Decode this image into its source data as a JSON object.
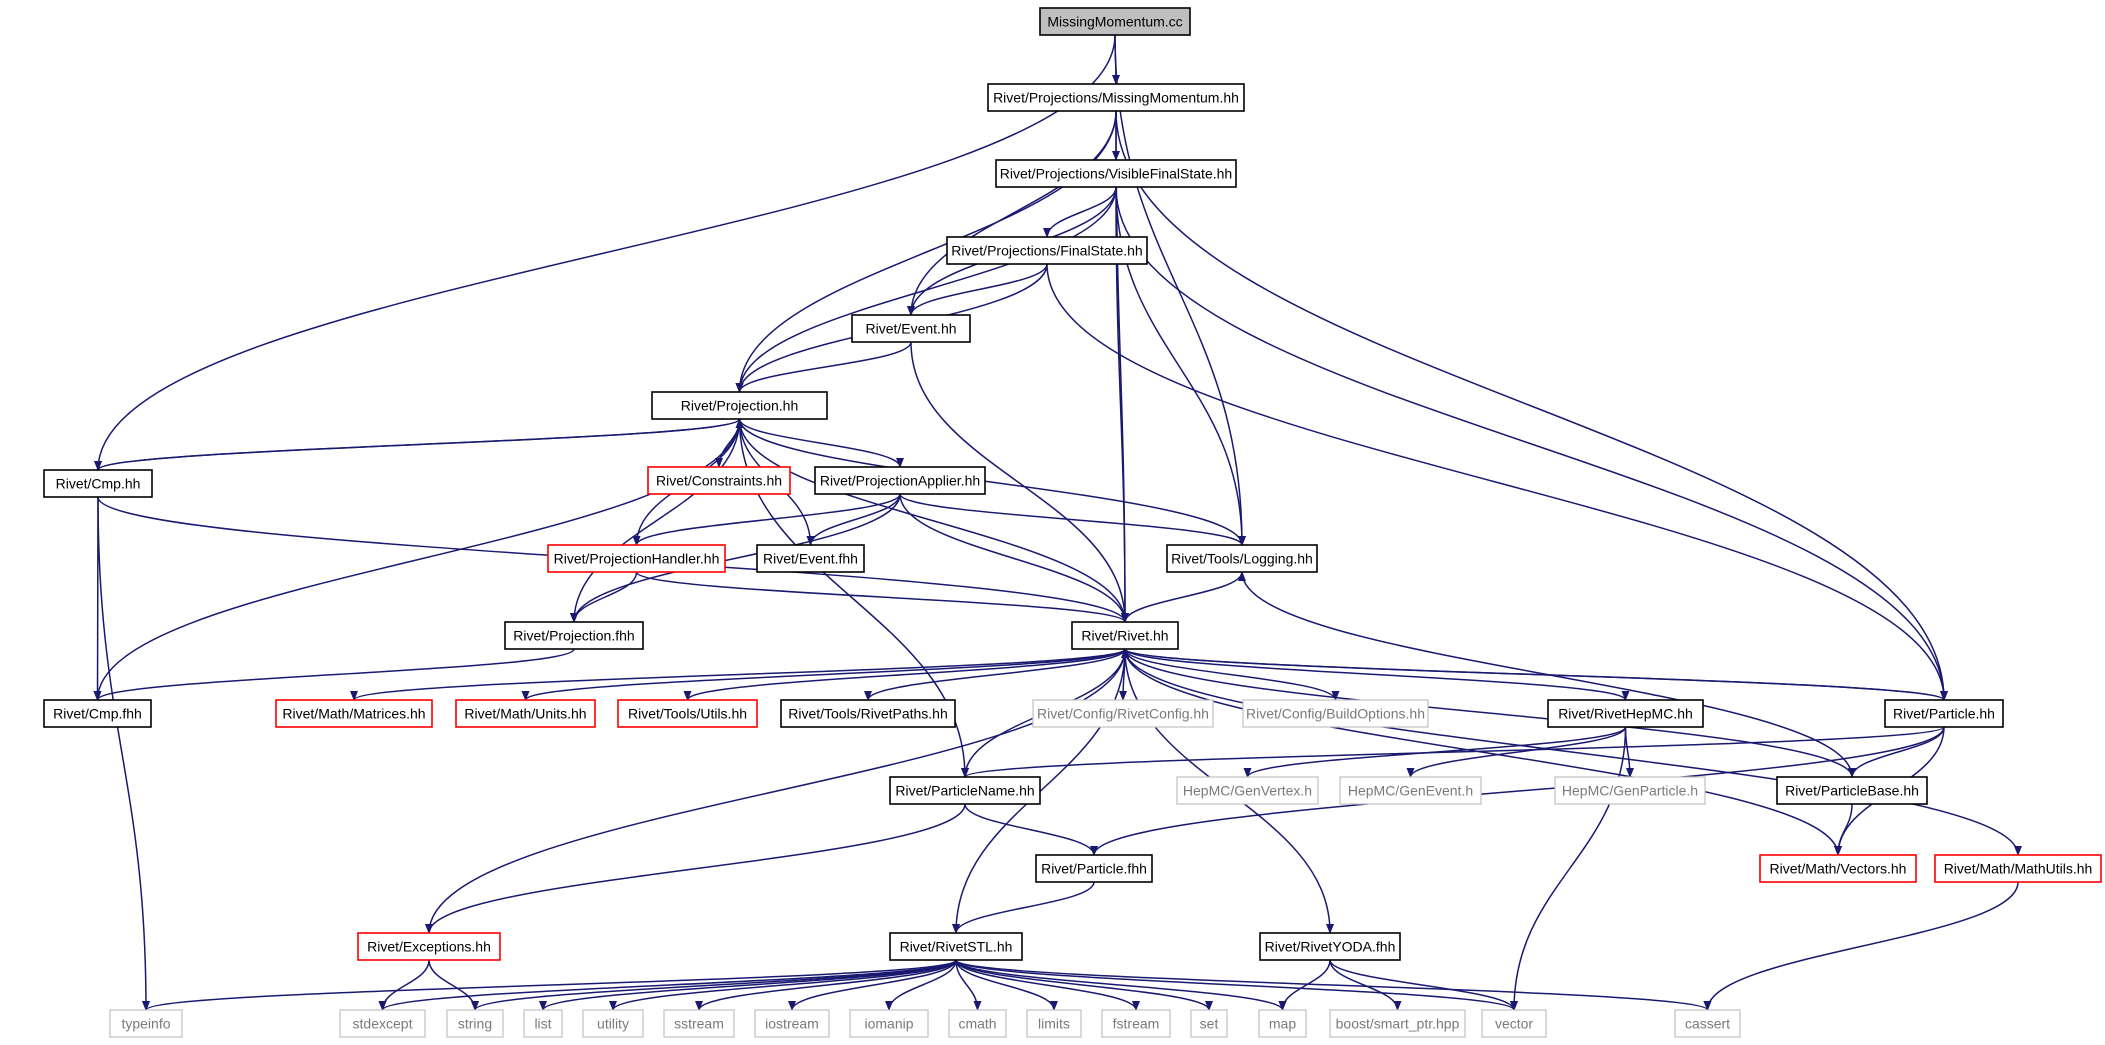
{
  "diagram": {
    "nodes": [
      {
        "id": "root",
        "label": "MissingMomentum.cc",
        "style": "root"
      },
      {
        "id": "mm",
        "label": "Rivet/Projections/MissingMomentum.hh",
        "style": "black"
      },
      {
        "id": "vfs",
        "label": "Rivet/Projections/VisibleFinalState.hh",
        "style": "black"
      },
      {
        "id": "fs",
        "label": "Rivet/Projections/FinalState.hh",
        "style": "black"
      },
      {
        "id": "event",
        "label": "Rivet/Event.hh",
        "style": "black"
      },
      {
        "id": "proj",
        "label": "Rivet/Projection.hh",
        "style": "black"
      },
      {
        "id": "cmp",
        "label": "Rivet/Cmp.hh",
        "style": "black"
      },
      {
        "id": "constraints",
        "label": "Rivet/Constraints.hh",
        "style": "red"
      },
      {
        "id": "projapp",
        "label": "Rivet/ProjectionApplier.hh",
        "style": "black"
      },
      {
        "id": "projhandler",
        "label": "Rivet/ProjectionHandler.hh",
        "style": "red"
      },
      {
        "id": "eventfhh",
        "label": "Rivet/Event.fhh",
        "style": "black"
      },
      {
        "id": "logging",
        "label": "Rivet/Tools/Logging.hh",
        "style": "black"
      },
      {
        "id": "projfhh",
        "label": "Rivet/Projection.fhh",
        "style": "black"
      },
      {
        "id": "rivet",
        "label": "Rivet/Rivet.hh",
        "style": "black"
      },
      {
        "id": "cmpfhh",
        "label": "Rivet/Cmp.fhh",
        "style": "black"
      },
      {
        "id": "matrices",
        "label": "Rivet/Math/Matrices.hh",
        "style": "red"
      },
      {
        "id": "units",
        "label": "Rivet/Math/Units.hh",
        "style": "red"
      },
      {
        "id": "utils",
        "label": "Rivet/Tools/Utils.hh",
        "style": "red"
      },
      {
        "id": "rivetpaths",
        "label": "Rivet/Tools/RivetPaths.hh",
        "style": "black"
      },
      {
        "id": "rivetconfig",
        "label": "Rivet/Config/RivetConfig.hh",
        "style": "gray"
      },
      {
        "id": "buildoptions",
        "label": "Rivet/Config/BuildOptions.hh",
        "style": "gray"
      },
      {
        "id": "rivethepmc",
        "label": "Rivet/RivetHepMC.hh",
        "style": "black"
      },
      {
        "id": "particle",
        "label": "Rivet/Particle.hh",
        "style": "black"
      },
      {
        "id": "particlename",
        "label": "Rivet/ParticleName.hh",
        "style": "black"
      },
      {
        "id": "genvertex",
        "label": "HepMC/GenVertex.h",
        "style": "gray"
      },
      {
        "id": "genevent",
        "label": "HepMC/GenEvent.h",
        "style": "gray"
      },
      {
        "id": "genparticle",
        "label": "HepMC/GenParticle.h",
        "style": "gray"
      },
      {
        "id": "particlebase",
        "label": "Rivet/ParticleBase.hh",
        "style": "black"
      },
      {
        "id": "particlefhh",
        "label": "Rivet/Particle.fhh",
        "style": "black"
      },
      {
        "id": "vectors",
        "label": "Rivet/Math/Vectors.hh",
        "style": "red"
      },
      {
        "id": "mathutils",
        "label": "Rivet/Math/MathUtils.hh",
        "style": "red"
      },
      {
        "id": "exceptions",
        "label": "Rivet/Exceptions.hh",
        "style": "red"
      },
      {
        "id": "rivetstl",
        "label": "Rivet/RivetSTL.hh",
        "style": "black"
      },
      {
        "id": "rivetyoda",
        "label": "Rivet/RivetYODA.fhh",
        "style": "black"
      },
      {
        "id": "typeinfo",
        "label": "typeinfo",
        "style": "gray"
      },
      {
        "id": "stdexcept",
        "label": "stdexcept",
        "style": "gray"
      },
      {
        "id": "string",
        "label": "string",
        "style": "gray"
      },
      {
        "id": "list",
        "label": "list",
        "style": "gray"
      },
      {
        "id": "utility",
        "label": "utility",
        "style": "gray"
      },
      {
        "id": "sstream",
        "label": "sstream",
        "style": "gray"
      },
      {
        "id": "iostream",
        "label": "iostream",
        "style": "gray"
      },
      {
        "id": "iomanip",
        "label": "iomanip",
        "style": "gray"
      },
      {
        "id": "cmath",
        "label": "cmath",
        "style": "gray"
      },
      {
        "id": "limits",
        "label": "limits",
        "style": "gray"
      },
      {
        "id": "fstream",
        "label": "fstream",
        "style": "gray"
      },
      {
        "id": "set",
        "label": "set",
        "style": "gray"
      },
      {
        "id": "map",
        "label": "map",
        "style": "gray"
      },
      {
        "id": "smartptr",
        "label": "boost/smart_ptr.hpp",
        "style": "gray"
      },
      {
        "id": "vector",
        "label": "vector",
        "style": "gray"
      },
      {
        "id": "cassert",
        "label": "cassert",
        "style": "gray"
      }
    ],
    "edges": [
      [
        "root",
        "mm"
      ],
      [
        "root",
        "cmp"
      ],
      [
        "root",
        "logging"
      ],
      [
        "mm",
        "vfs"
      ],
      [
        "mm",
        "proj"
      ],
      [
        "mm",
        "event"
      ],
      [
        "mm",
        "rivet"
      ],
      [
        "mm",
        "particle"
      ],
      [
        "vfs",
        "fs"
      ],
      [
        "vfs",
        "event"
      ],
      [
        "vfs",
        "proj"
      ],
      [
        "vfs",
        "logging"
      ],
      [
        "vfs",
        "rivet"
      ],
      [
        "vfs",
        "particle"
      ],
      [
        "fs",
        "event"
      ],
      [
        "fs",
        "proj"
      ],
      [
        "fs",
        "particle"
      ],
      [
        "event",
        "proj"
      ],
      [
        "event",
        "rivet"
      ],
      [
        "proj",
        "cmp"
      ],
      [
        "proj",
        "constraints"
      ],
      [
        "proj",
        "projapp"
      ],
      [
        "proj",
        "projhandler"
      ],
      [
        "proj",
        "eventfhh"
      ],
      [
        "proj",
        "logging"
      ],
      [
        "proj",
        "projfhh"
      ],
      [
        "proj",
        "rivet"
      ],
      [
        "proj",
        "cmpfhh"
      ],
      [
        "proj",
        "particlename"
      ],
      [
        "cmp",
        "proj"
      ],
      [
        "cmp",
        "cmpfhh"
      ],
      [
        "cmp",
        "rivet"
      ],
      [
        "cmp",
        "typeinfo"
      ],
      [
        "projapp",
        "projhandler"
      ],
      [
        "projapp",
        "eventfhh"
      ],
      [
        "projapp",
        "logging"
      ],
      [
        "projapp",
        "projfhh"
      ],
      [
        "projapp",
        "rivet"
      ],
      [
        "projhandler",
        "projfhh"
      ],
      [
        "projhandler",
        "rivet"
      ],
      [
        "projfhh",
        "cmpfhh"
      ],
      [
        "logging",
        "rivet"
      ],
      [
        "rivet",
        "matrices"
      ],
      [
        "rivet",
        "units"
      ],
      [
        "rivet",
        "utils"
      ],
      [
        "rivet",
        "rivetpaths"
      ],
      [
        "rivet",
        "rivetconfig"
      ],
      [
        "rivet",
        "buildoptions"
      ],
      [
        "rivet",
        "rivethepmc"
      ],
      [
        "rivet",
        "particle"
      ],
      [
        "rivet",
        "particlename"
      ],
      [
        "rivet",
        "exceptions"
      ],
      [
        "rivet",
        "rivetstl"
      ],
      [
        "rivet",
        "rivetyoda"
      ],
      [
        "rivet",
        "vectors"
      ],
      [
        "rivet",
        "mathutils"
      ],
      [
        "rivethepmc",
        "genvertex"
      ],
      [
        "rivethepmc",
        "genevent"
      ],
      [
        "rivethepmc",
        "genparticle"
      ],
      [
        "rivethepmc",
        "vector"
      ],
      [
        "particle",
        "rivet"
      ],
      [
        "particle",
        "particlename"
      ],
      [
        "particle",
        "particlebase"
      ],
      [
        "particle",
        "particlefhh"
      ],
      [
        "particle",
        "vectors"
      ],
      [
        "particlebase",
        "rivet"
      ],
      [
        "particlebase",
        "vectors"
      ],
      [
        "particlebase",
        "logging"
      ],
      [
        "particlename",
        "particlefhh"
      ],
      [
        "particlename",
        "exceptions"
      ],
      [
        "particlefhh",
        "rivetstl"
      ],
      [
        "mathutils",
        "cassert"
      ],
      [
        "exceptions",
        "stdexcept"
      ],
      [
        "exceptions",
        "string"
      ],
      [
        "rivetstl",
        "typeinfo"
      ],
      [
        "rivetstl",
        "stdexcept"
      ],
      [
        "rivetstl",
        "string"
      ],
      [
        "rivetstl",
        "list"
      ],
      [
        "rivetstl",
        "utility"
      ],
      [
        "rivetstl",
        "sstream"
      ],
      [
        "rivetstl",
        "iostream"
      ],
      [
        "rivetstl",
        "iomanip"
      ],
      [
        "rivetstl",
        "cmath"
      ],
      [
        "rivetstl",
        "limits"
      ],
      [
        "rivetstl",
        "fstream"
      ],
      [
        "rivetstl",
        "set"
      ],
      [
        "rivetstl",
        "map"
      ],
      [
        "rivetstl",
        "vector"
      ],
      [
        "rivetstl",
        "cassert"
      ],
      [
        "rivetyoda",
        "map"
      ],
      [
        "rivetyoda",
        "smartptr"
      ],
      [
        "rivetyoda",
        "vector"
      ]
    ],
    "colors": {
      "edge": "#191970",
      "root_fill": "#bfbfbf",
      "border_black": "#000000",
      "border_red": "#ff0000",
      "border_gray": "#c0c0c0",
      "text_gray": "#7a7a7a"
    }
  }
}
